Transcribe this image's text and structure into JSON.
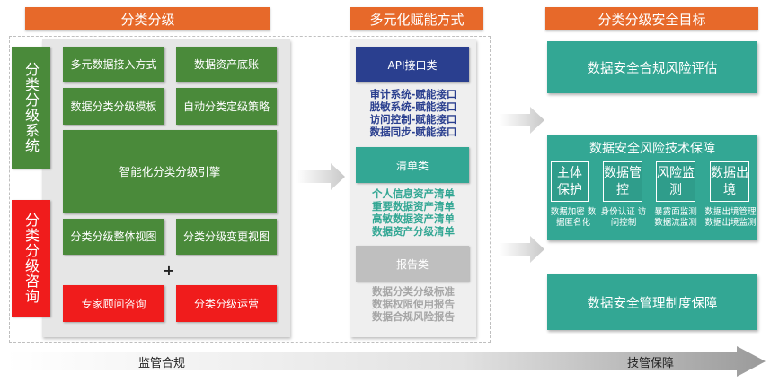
{
  "headers": {
    "left": "分类分级",
    "middle": "多元化赋能方式",
    "right": "分类分级安全目标"
  },
  "left": {
    "system_label": "分类分级系统",
    "consult_label": "分类分级咨询",
    "modules": {
      "access": "多元数据接入方式",
      "inventory": "数据资产底账",
      "template": "数据分类分级模板",
      "policy": "自动分类定级策略",
      "engine": "智能化分类分级引擎",
      "overall_view": "分类分级整体视图",
      "change_view": "分类分级变更视图"
    },
    "plus": "+",
    "consult": {
      "expert": "专家顾问咨询",
      "operation": "分类分级运营"
    }
  },
  "middle": {
    "api": {
      "label": "API接口类",
      "items": [
        "审计系统-赋能接口",
        "脱敏系统-赋能接口",
        "访问控制-赋能接口",
        "数据同步-赋能接口"
      ]
    },
    "list": {
      "label": "清单类",
      "items": [
        "个人信息资产清单",
        "重要数据资产清单",
        "高敏数据资产清单",
        "数据资产分级清单"
      ]
    },
    "report": {
      "label": "报告类",
      "items": [
        "数据分类分级标准",
        "数据权限使用报告",
        "数据合规风险报告"
      ]
    }
  },
  "right": {
    "goal1": "数据安全合规风险评估",
    "goal2": {
      "title": "数据安全风险技术保障",
      "subs": [
        {
          "label": "主体保护",
          "caption": "数据加密 数据匿名化"
        },
        {
          "label": "数据管控",
          "caption": "身份认证 访问控制"
        },
        {
          "label": "风险监测",
          "caption": "暴露面监测 数据流监测"
        },
        {
          "label": "数据出境",
          "caption": "数据出境管理 数据出境监测"
        }
      ]
    },
    "goal3": "数据安全管理制度保障"
  },
  "bottom": {
    "left_label": "监管合规",
    "right_label": "技管保障"
  },
  "colors": {
    "header_orange": "#e7692a",
    "module_green": "#4a8a3a",
    "consult_red": "#f01c1c",
    "api_navy": "#2a3f8f",
    "teal": "#33a794",
    "report_grey": "#bfbfbf"
  }
}
